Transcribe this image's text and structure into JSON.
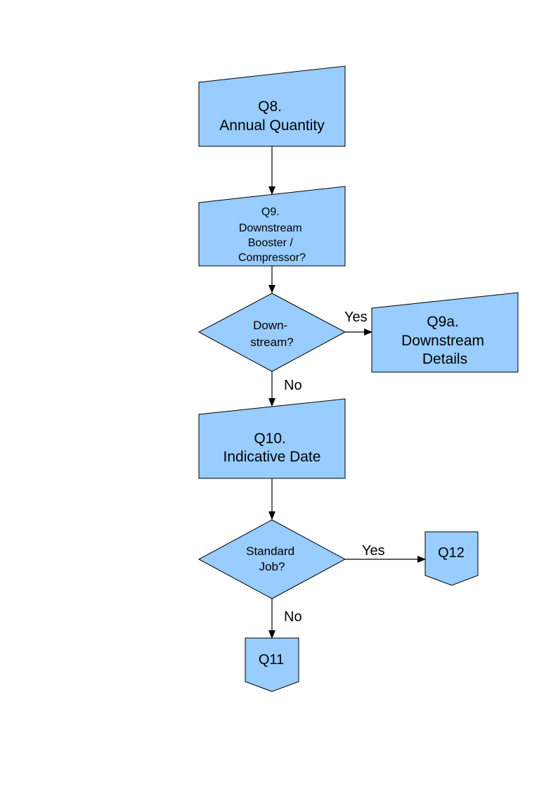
{
  "colors": {
    "shape_fill": "#99ccff",
    "shape_stroke": "#000000",
    "connector": "#000000",
    "background": "#ffffff"
  },
  "nodes": {
    "q8": {
      "lines": [
        "Q8.",
        "Annual Quantity"
      ]
    },
    "q9": {
      "lines": [
        "Q9.",
        "Downstream",
        "Booster /",
        "Compressor?"
      ]
    },
    "downstream_decision": {
      "lines": [
        "Down-",
        "stream?"
      ]
    },
    "q9a": {
      "lines": [
        "Q9a.",
        "Downstream",
        "Details"
      ]
    },
    "q10": {
      "lines": [
        "Q10.",
        "Indicative Date"
      ]
    },
    "standard_job_decision": {
      "lines": [
        "Standard",
        "Job?"
      ]
    },
    "q12": {
      "label": "Q12"
    },
    "q11": {
      "label": "Q11"
    }
  },
  "edges": {
    "downstream_yes": "Yes",
    "downstream_no": "No",
    "standard_job_yes": "Yes",
    "standard_job_no": "No"
  }
}
